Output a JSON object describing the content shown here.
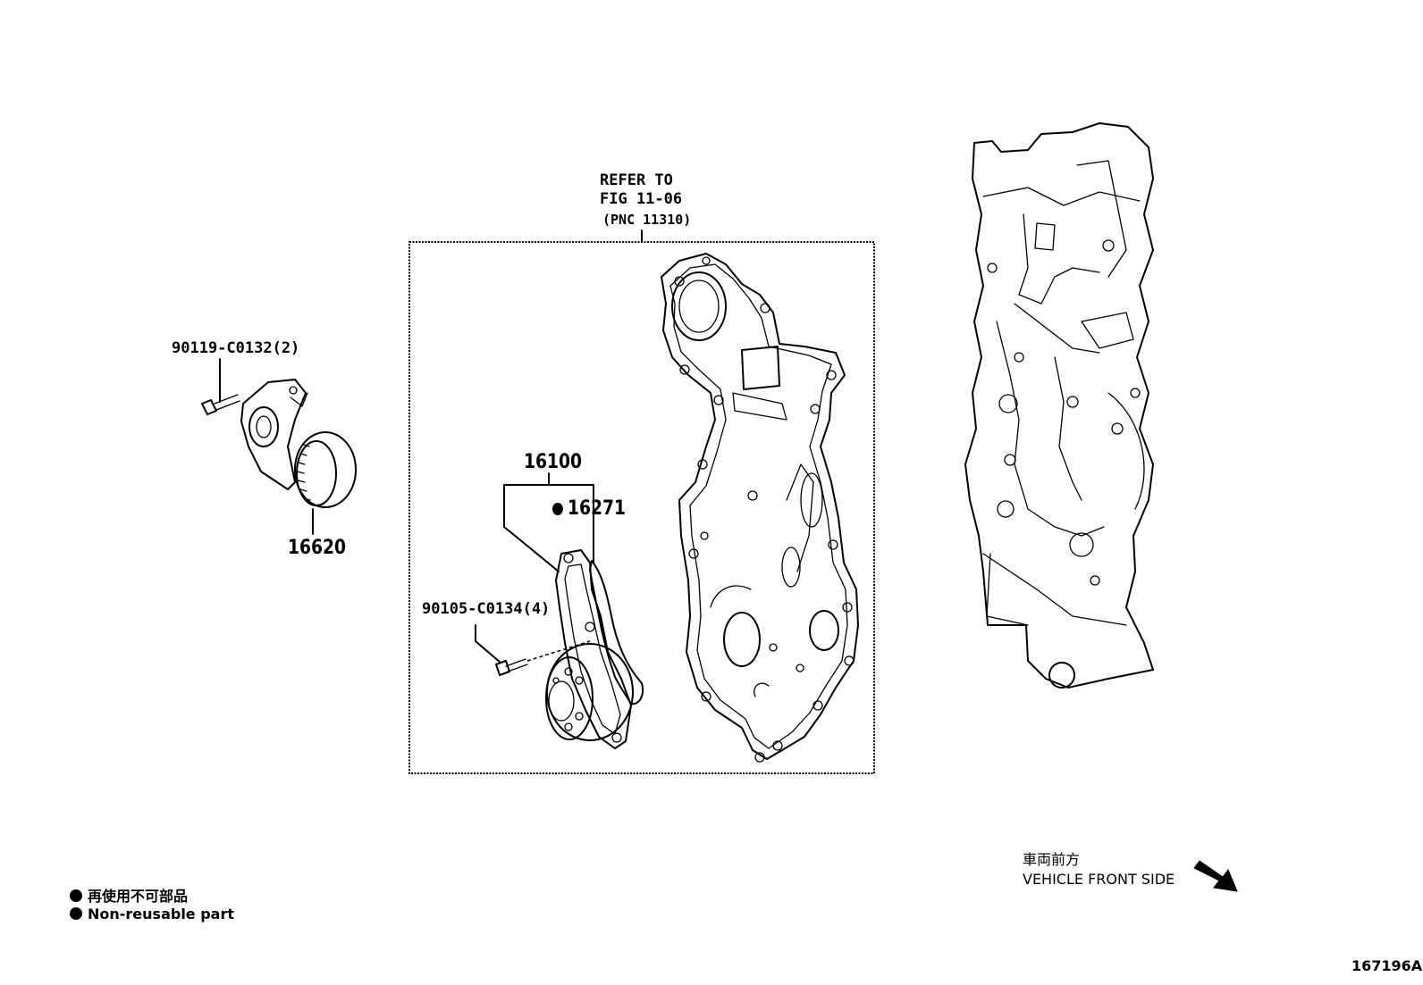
{
  "refer_note": {
    "line1": "REFER TO",
    "line2": "FIG 11-06",
    "line3": "(PNC 11310)"
  },
  "parts": {
    "bolt_tensioner": "90119-C0132(2)",
    "tensioner": "16620",
    "water_pump_assy": "16100",
    "gasket": "16271",
    "bolt_pump": "90105-C0134(4)"
  },
  "direction": {
    "jp": "車両前方",
    "en": "VEHICLE FRONT SIDE"
  },
  "legend": {
    "jp": "再使用不可部品",
    "en": "Non-reusable part"
  },
  "figure_id": "167196A"
}
